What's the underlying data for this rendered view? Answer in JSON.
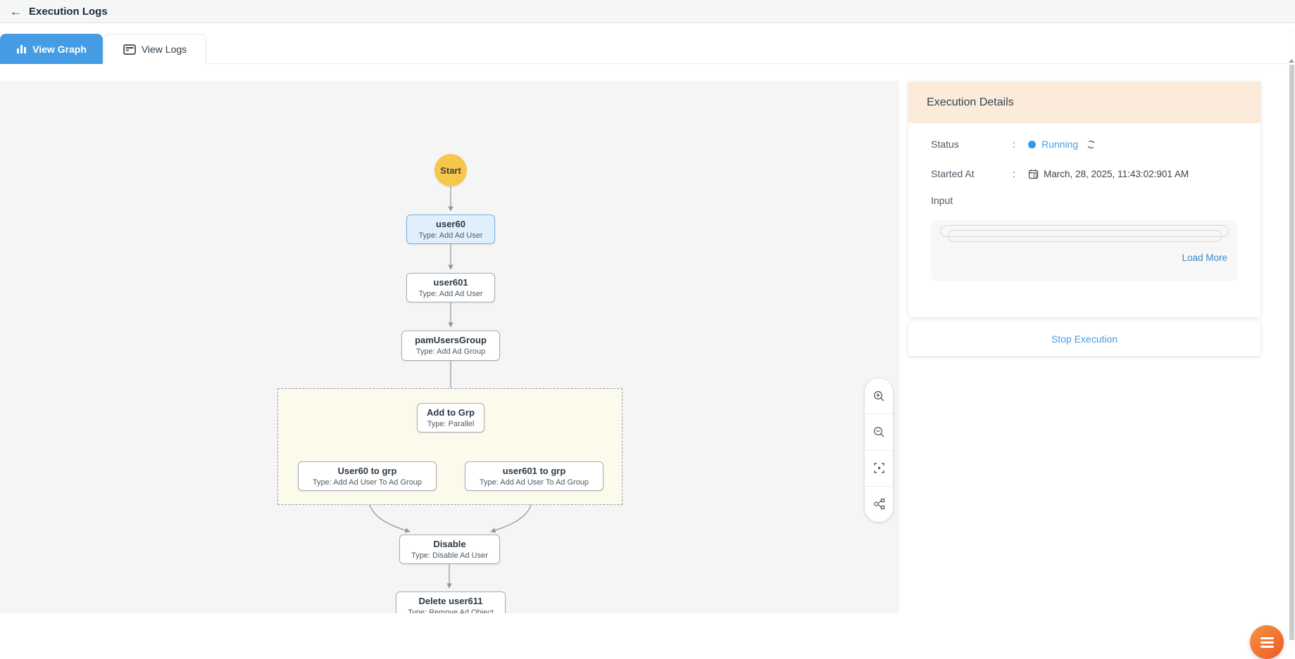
{
  "header": {
    "back_icon": "←",
    "title": "Execution Logs"
  },
  "tabs": [
    {
      "label": "View Graph",
      "active": true
    },
    {
      "label": "View Logs",
      "active": false
    }
  ],
  "graph": {
    "nodes": {
      "start": {
        "title": "Start"
      },
      "user60": {
        "title": "user60",
        "subtitle": "Type: Add Ad User",
        "highlighted": true
      },
      "user601": {
        "title": "user601",
        "subtitle": "Type: Add Ad User"
      },
      "pamUsersGroup": {
        "title": "pamUsersGroup",
        "subtitle": "Type: Add Ad Group"
      },
      "addToGrp": {
        "title": "Add to Grp",
        "subtitle": "Type: Parallel"
      },
      "user60ToGrp": {
        "title": "User60 to grp",
        "subtitle": "Type: Add Ad User To Ad Group"
      },
      "user601ToGrp": {
        "title": "user601 to grp",
        "subtitle": "Type: Add Ad User To Ad Group"
      },
      "disable": {
        "title": "Disable",
        "subtitle": "Type: Disable Ad User"
      },
      "deleteUser611": {
        "title": "Delete user611",
        "subtitle": "Type: Remove Ad Object"
      }
    },
    "controls": [
      "zoom-in",
      "zoom-out",
      "fit-view",
      "layout"
    ]
  },
  "details": {
    "title": "Execution Details",
    "colon": ":",
    "status_label": "Status",
    "status_value": "Running",
    "started_label": "Started At",
    "started_value": "March, 28, 2025, 11:43:02:901 AM",
    "input_label": "Input",
    "load_more": "Load More",
    "stop_button": "Stop Execution"
  },
  "colors": {
    "tab_active": "#459ce4",
    "status_running": "#44a0e9",
    "panel_header": "#fcebdb",
    "start_node": "#f7c74b",
    "node_highlight_border": "#74b0ea",
    "fab": "#ec5b22",
    "canvas_bg": "#f5f5f5"
  }
}
